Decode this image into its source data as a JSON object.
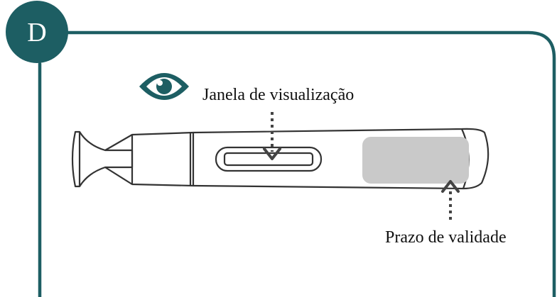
{
  "step": {
    "letter": "D"
  },
  "labels": {
    "viewing_window": "Janela de visualização",
    "expiry_date": "Prazo de validade"
  },
  "icons": {
    "viewing_window_icon": "eye-icon"
  },
  "colors": {
    "accent": "#1d5e63",
    "frame_border": "#1d5e63",
    "pen_outline": "#333333",
    "expiry_area": "#c9c9c9",
    "arrow": "#444444"
  }
}
